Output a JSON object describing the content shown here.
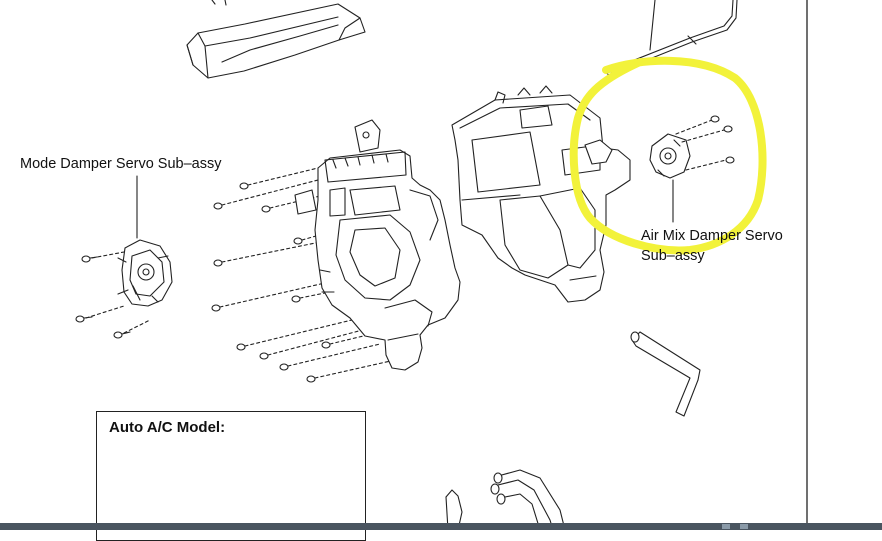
{
  "labels": {
    "mode_servo": "Mode Damper Servo Sub–assy",
    "air_mix_servo_line1": "Air Mix Damper Servo",
    "air_mix_servo_line2": "Sub–assy",
    "inset_title": "Auto A/C Model:"
  },
  "colors": {
    "highlight": "#f2f23a",
    "line": "#222222",
    "background": "#ffffff"
  },
  "icons": [
    "screw-icon",
    "servo-icon",
    "heater-case-icon",
    "cable-icon",
    "hose-icon"
  ]
}
